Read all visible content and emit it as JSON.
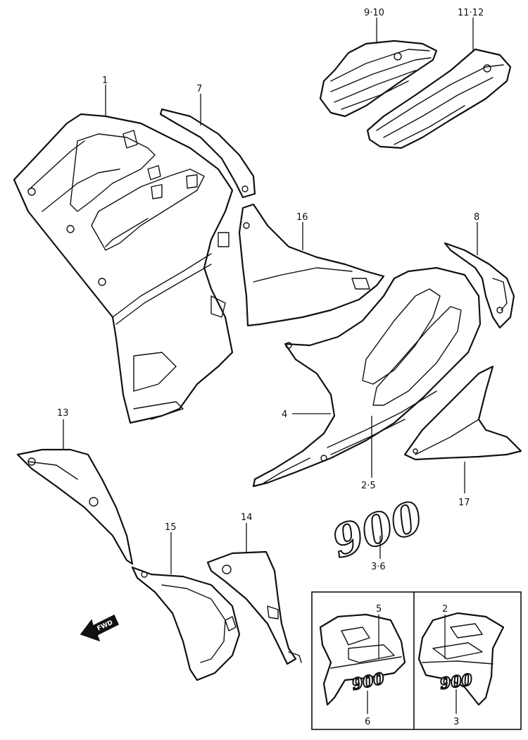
{
  "callouts": {
    "c1": "1",
    "c7": "7",
    "c9_10": "9·10",
    "c11_12": "11·12",
    "c16": "16",
    "c8": "8",
    "c4": "4",
    "c2_5": "2·5",
    "c17": "17",
    "c13": "13",
    "c3_6": "3·6",
    "c15": "15",
    "c14": "14",
    "inset_5": "5",
    "inset_6": "6",
    "inset_2": "2",
    "inset_3": "3"
  },
  "fwd_label": "FWD",
  "emblem_text": "900",
  "inset_emblem_text": "900"
}
